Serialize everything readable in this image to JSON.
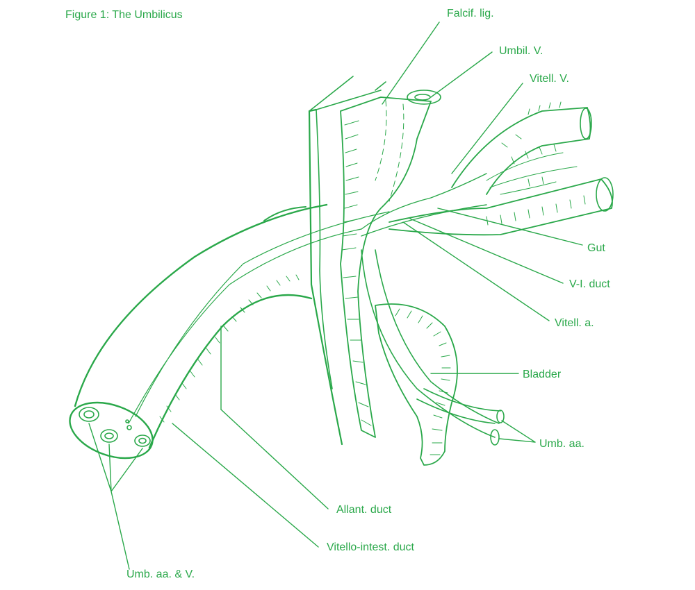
{
  "figure_title": "Figure 1:  The Umbilicus",
  "colors": {
    "ink": "#2aa84a",
    "background": "#ffffff"
  },
  "labels": {
    "falciform_ligament": "Falcif. lig.",
    "umbilical_vein": "Umbil. V.",
    "vitelline_vein": "Vitell. V.",
    "gut": "Gut",
    "vitello_intestinal_duct_short": "V-I. duct",
    "vitelline_artery": "Vitell. a.",
    "bladder": "Bladder",
    "umbilical_arteries": "Umb. aa.",
    "allantoic_duct": "Allant. duct",
    "vitello_intestinal_duct": "Vitello-intest. duct",
    "umbilical_arteries_and_vein": "Umb. aa. & V."
  }
}
